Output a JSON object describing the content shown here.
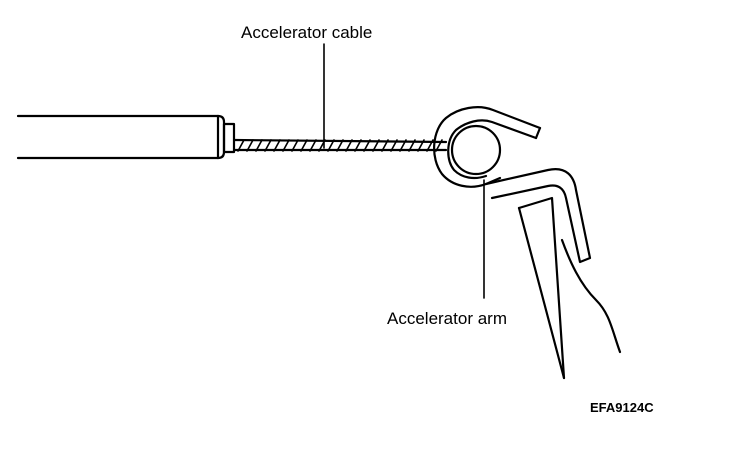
{
  "labels": {
    "cable": "Accelerator cable",
    "arm": "Accelerator arm"
  },
  "figure_code": "EFA9124C",
  "colors": {
    "line": "#000000",
    "background": "#ffffff"
  }
}
